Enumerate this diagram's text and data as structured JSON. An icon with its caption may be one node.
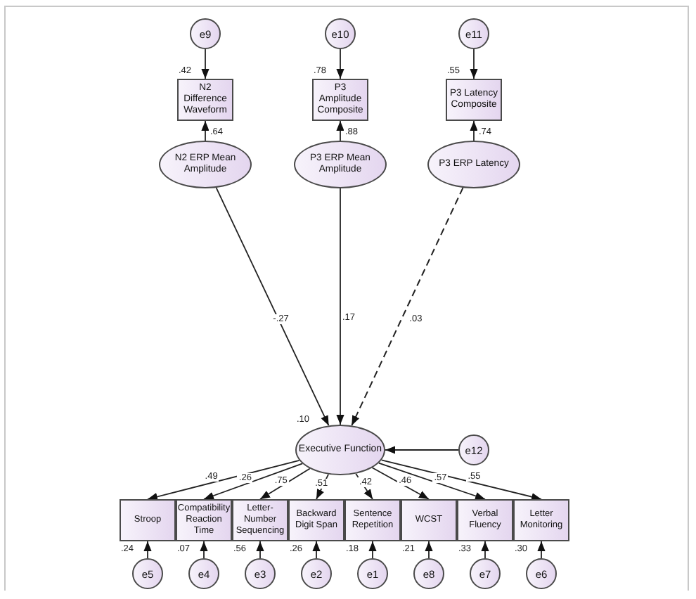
{
  "diagram": {
    "nodes": [
      {
        "text": [
          "e9"
        ]
      },
      {
        "text": [
          "e10"
        ]
      },
      {
        "text": [
          "e11"
        ]
      },
      {
        "text": [
          "N2 Difference Waveform"
        ],
        "beside": [
          ".42"
        ]
      },
      {
        "text": [
          "P3 Amplitude Composite"
        ],
        "beside": [
          ".78"
        ]
      },
      {
        "text": [
          "P3 Latency Composite"
        ],
        "beside": [
          ".55"
        ]
      },
      {
        "text": [
          "N2 ERP Mean Amplitude"
        ]
      },
      {
        "text": [
          "P3 ERP Mean Amplitude"
        ]
      },
      {
        "text": [
          "P3 ERP Latency"
        ]
      },
      {
        "text": [
          "Executive Function"
        ],
        "beside": [
          ".10"
        ]
      },
      {
        "text": [
          "e12"
        ]
      },
      {
        "text": [
          "Stroop"
        ],
        "beside": [
          ".24"
        ]
      },
      {
        "text": [
          "Compatibility Reaction Time"
        ],
        "beside": [
          ".07"
        ]
      },
      {
        "text": [
          "Letter-Number Sequencing"
        ],
        "beside": [
          ".56"
        ]
      },
      {
        "text": [
          "Backward Digit Span"
        ],
        "beside": [
          ".26"
        ]
      },
      {
        "text": [
          "Sentence Repetition"
        ],
        "beside": [
          ".18"
        ]
      },
      {
        "text": [
          "WCST"
        ],
        "beside": [
          ".21"
        ]
      },
      {
        "text": [
          "Verbal Fluency"
        ],
        "beside": [
          ".33"
        ]
      },
      {
        "text": [
          "Letter Monitoring"
        ],
        "beside": [
          ".30"
        ]
      },
      {
        "text": [
          "e5"
        ]
      },
      {
        "text": [
          "e4"
        ]
      },
      {
        "text": [
          "e3"
        ]
      },
      {
        "text": [
          "e2"
        ]
      },
      {
        "text": [
          "e1"
        ]
      },
      {
        "text": [
          "e8"
        ]
      },
      {
        "text": [
          "e7"
        ]
      },
      {
        "text": [
          "e6"
        ]
      }
    ],
    "edges": [
      {
        "from": 0,
        "to": 3,
        "arrow": "to"
      },
      {
        "from": 1,
        "to": 4,
        "arrow": "to"
      },
      {
        "from": 2,
        "to": 5,
        "arrow": "to"
      },
      {
        "from": 6,
        "to": 3,
        "arrow": "to",
        "label": ".64"
      },
      {
        "from": 7,
        "to": 4,
        "arrow": "to",
        "label": ".88"
      },
      {
        "from": 8,
        "to": 5,
        "arrow": "to",
        "label": ".74"
      },
      {
        "from": 6,
        "to": 9,
        "arrow": "to",
        "label": "-.27"
      },
      {
        "from": 7,
        "to": 9,
        "arrow": "to",
        "label": ".17"
      },
      {
        "from": 8,
        "to": 9,
        "arrow": "to",
        "label": ".03",
        "style": "dashed"
      },
      {
        "from": 10,
        "to": 9,
        "arrow": "to"
      },
      {
        "from": 9,
        "to": 11,
        "arrow": "to",
        "label": ".49"
      },
      {
        "from": 9,
        "to": 12,
        "arrow": "to",
        "label": ".26"
      },
      {
        "from": 9,
        "to": 13,
        "arrow": "to",
        "label": ".75"
      },
      {
        "from": 9,
        "to": 14,
        "arrow": "to",
        "label": ".51"
      },
      {
        "from": 9,
        "to": 15,
        "arrow": "to",
        "label": ".42"
      },
      {
        "from": 9,
        "to": 16,
        "arrow": "to",
        "label": ".46"
      },
      {
        "from": 9,
        "to": 17,
        "arrow": "to",
        "label": ".57"
      },
      {
        "from": 9,
        "to": 18,
        "arrow": "to",
        "label": ".55"
      },
      {
        "from": 19,
        "to": 11,
        "arrow": "to"
      },
      {
        "from": 20,
        "to": 12,
        "arrow": "to"
      },
      {
        "from": 21,
        "to": 13,
        "arrow": "to"
      },
      {
        "from": 22,
        "to": 14,
        "arrow": "to"
      },
      {
        "from": 23,
        "to": 15,
        "arrow": "to"
      },
      {
        "from": 24,
        "to": 16,
        "arrow": "to"
      },
      {
        "from": 25,
        "to": 17,
        "arrow": "to"
      },
      {
        "from": 26,
        "to": 18,
        "arrow": "to"
      }
    ]
  }
}
